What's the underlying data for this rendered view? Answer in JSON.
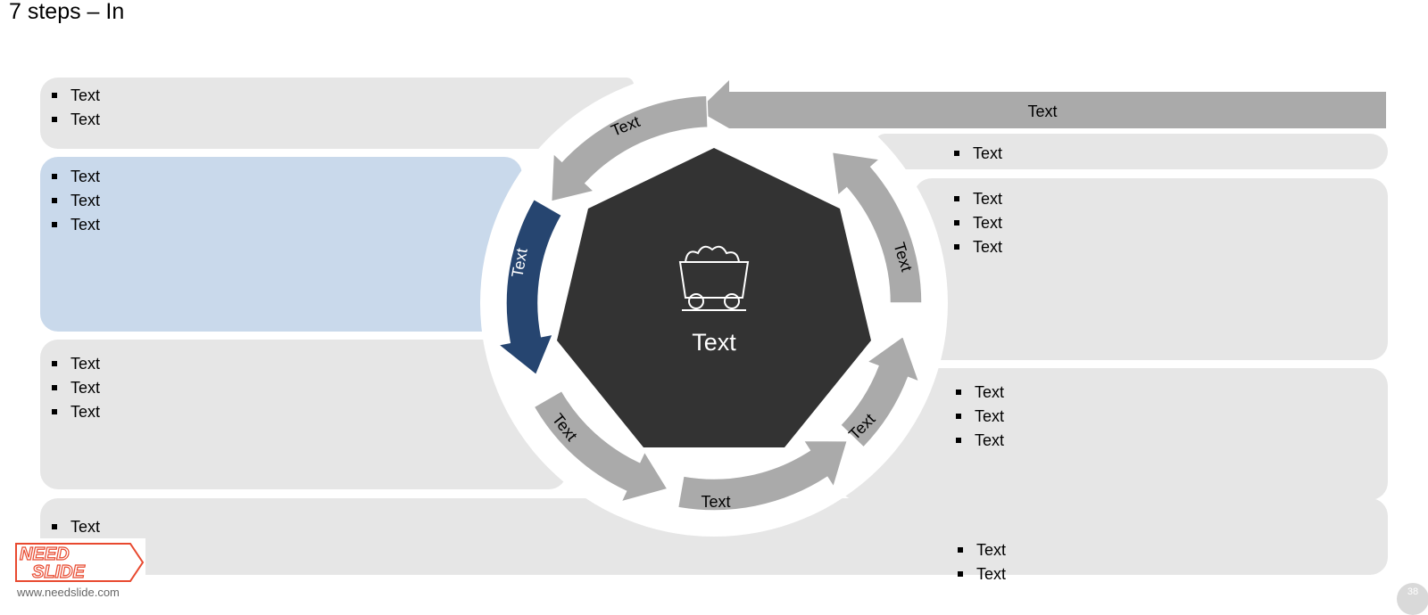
{
  "title": "7 steps – In",
  "center": {
    "label": "Text",
    "icon": "mine-cart-icon"
  },
  "steps": [
    {
      "label": "Text"
    },
    {
      "label": "Text"
    },
    {
      "label": "Text"
    },
    {
      "label": "Text"
    },
    {
      "label": "Text"
    },
    {
      "label": "Text"
    },
    {
      "label": "Text"
    }
  ],
  "panels": {
    "left_top": [
      "Text",
      "Text"
    ],
    "left_mid": [
      "Text",
      "Text",
      "Text"
    ],
    "left_low": [
      "Text",
      "Text",
      "Text"
    ],
    "bottom_left": [
      "Text"
    ],
    "right_top": [
      "Text"
    ],
    "right_mid": [
      "Text",
      "Text",
      "Text"
    ],
    "right_low": [
      "Text",
      "Text",
      "Text"
    ],
    "bottom_right": [
      "Text",
      "Text"
    ]
  },
  "footer": {
    "url": "www.needslide.com",
    "logo_line1": "NEED",
    "logo_line2": "SLIDE",
    "slide_number": "38"
  },
  "colors": {
    "panel": "#e6e6e6",
    "active_panel": "#c9d9eb",
    "arrow": "#aaaaaa",
    "active_arrow": "#264570",
    "pentagon": "#333333"
  }
}
